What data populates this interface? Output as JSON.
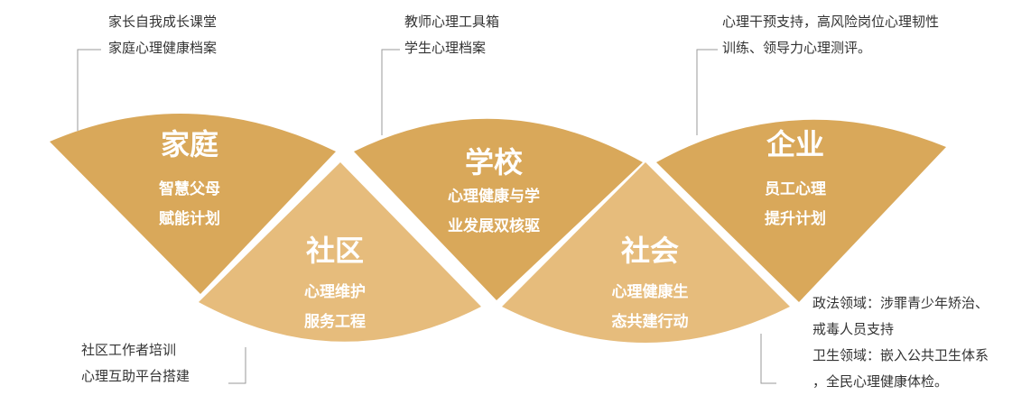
{
  "colors": {
    "dark": "#d9a85a",
    "light": "#e6bc7c",
    "line": "#9a9a9a",
    "text": "#333333"
  },
  "segments": {
    "family": {
      "title": "家庭",
      "line1": "智慧父母",
      "line2": "赋能计划"
    },
    "community": {
      "title": "社区",
      "line1": "心理维护",
      "line2": "服务工程"
    },
    "school": {
      "title": "学校",
      "line1": "心理健康与学",
      "line2": "业发展双核驱"
    },
    "society": {
      "title": "社会",
      "line1": "心理健康生",
      "line2": "态共建行动"
    },
    "enterprise": {
      "title": "企业",
      "line1": "员工心理",
      "line2": "提升计划"
    }
  },
  "notes": {
    "family": [
      "家长自我成长课堂",
      "家庭心理健康档案"
    ],
    "school": [
      "教师心理工具箱",
      "学生心理档案"
    ],
    "enterprise": [
      "心理干预支持，高风险岗位心理韧性",
      "训练、领导力心理测评。"
    ],
    "community": [
      "社区工作者培训",
      "心理互助平台搭建"
    ],
    "society": [
      "政法领域：涉罪青少年矫治、",
      "戒毒人员支持",
      "卫生领域：嵌入公共卫生体系",
      "，全民心理健康体检。"
    ]
  }
}
